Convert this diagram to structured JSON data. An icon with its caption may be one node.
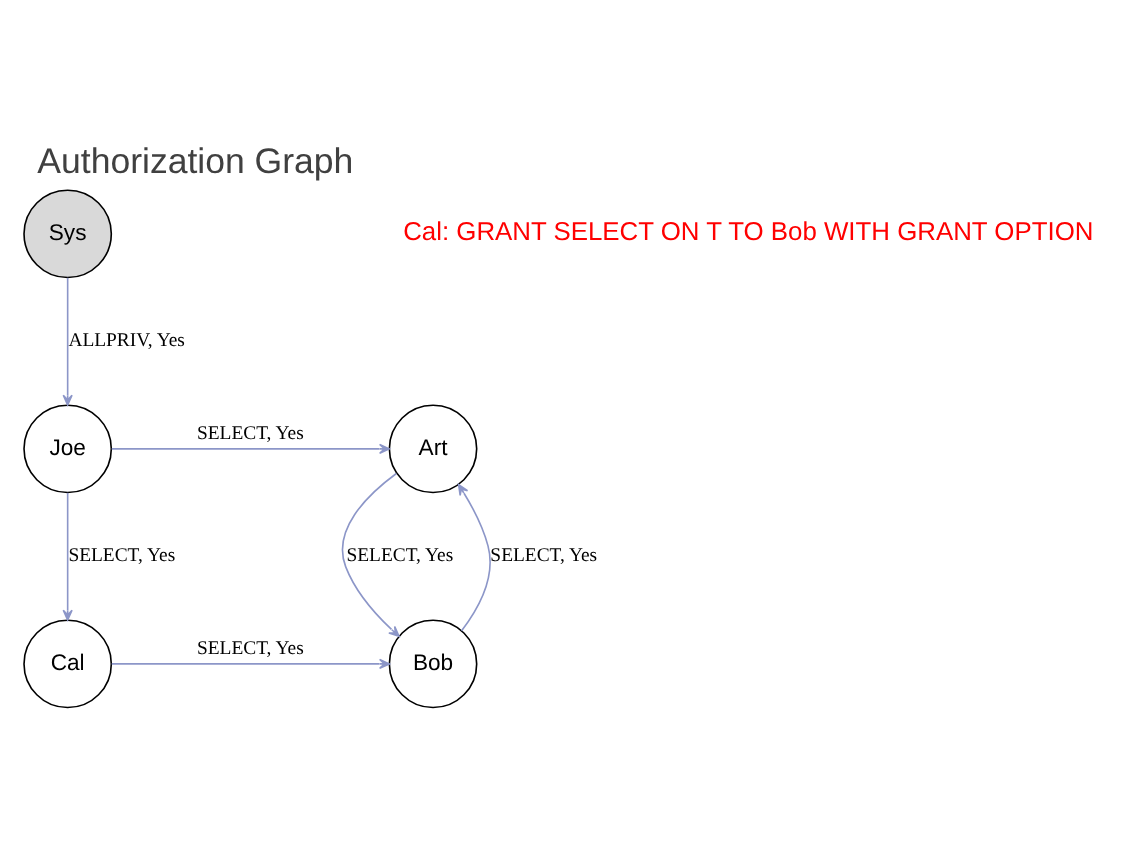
{
  "diagram": {
    "title": "Authorization Graph",
    "nodes": [
      {
        "text": [
          "Sys"
        ]
      },
      {
        "text": [
          "Joe"
        ]
      },
      {
        "text": [
          "Art"
        ]
      },
      {
        "text": [
          "Cal"
        ]
      },
      {
        "text": [
          "Bob"
        ]
      }
    ],
    "edges": [
      {
        "from": 0,
        "to": 1,
        "arrow": "to",
        "label": "ALLPRIV, Yes"
      },
      {
        "from": 1,
        "to": 2,
        "arrow": "to",
        "label": "SELECT, Yes"
      },
      {
        "from": 1,
        "to": 3,
        "arrow": "to",
        "label": "SELECT, Yes"
      },
      {
        "from": 4,
        "to": 2,
        "arrow": "to",
        "label": "SELECT, Yes"
      },
      {
        "from": 2,
        "to": 4,
        "arrow": "to",
        "label": "SELECT, Yes"
      },
      {
        "from": 3,
        "to": 4,
        "arrow": "to",
        "label": "SELECT, Yes"
      }
    ],
    "labels": [
      "Cal: GRANT SELECT ON T TO Bob WITH GRANT OPTION"
    ]
  }
}
